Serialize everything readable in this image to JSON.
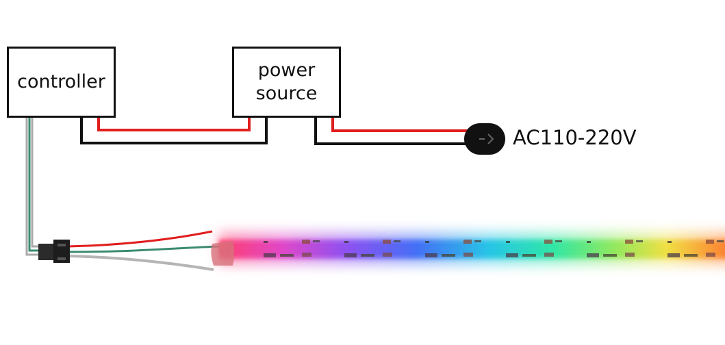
{
  "diagram": {
    "controller_label": "controller",
    "power_source_label": "power\nsource",
    "ac_label": "AC110-220V"
  },
  "colors": {
    "wire_red": "#e01e1e",
    "wire_black": "#111111",
    "signal_green": "#3a8a6e",
    "signal_gray": "#a9a9a9"
  },
  "icons": [
    "wall-plug-icon",
    "connector-icon",
    "led-strip-icon"
  ]
}
